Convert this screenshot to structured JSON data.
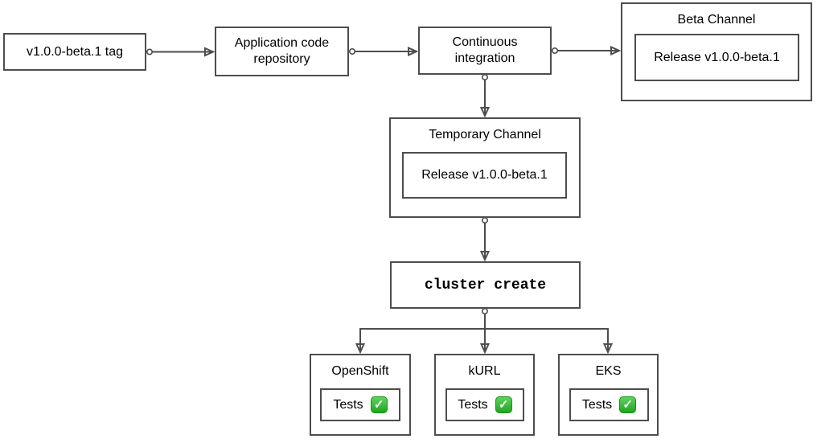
{
  "diagram": {
    "nodes": {
      "tag": {
        "label": "v1.0.0-beta.1 tag"
      },
      "repo": {
        "label": "Application code repository"
      },
      "ci": {
        "label": "Continuous integration"
      },
      "beta_channel": {
        "title": "Beta Channel",
        "release_label": "Release v1.0.0-beta.1"
      },
      "temp_channel": {
        "title": "Temporary Channel",
        "release_label": "Release v1.0.0-beta.1"
      },
      "cluster_create": {
        "label": "cluster create"
      },
      "platforms": [
        {
          "title": "OpenShift",
          "tests_label": "Tests"
        },
        {
          "title": "kURL",
          "tests_label": "Tests"
        },
        {
          "title": "EKS",
          "tests_label": "Tests"
        }
      ]
    },
    "icons": {
      "check_glyph": "✓",
      "check_name": "green-check-mark"
    },
    "colors": {
      "stroke": "#4d4d4d",
      "text": "#000000",
      "background": "#ffffff",
      "check_green": "#1fa51f",
      "check_green_light": "#5fd35f"
    }
  }
}
